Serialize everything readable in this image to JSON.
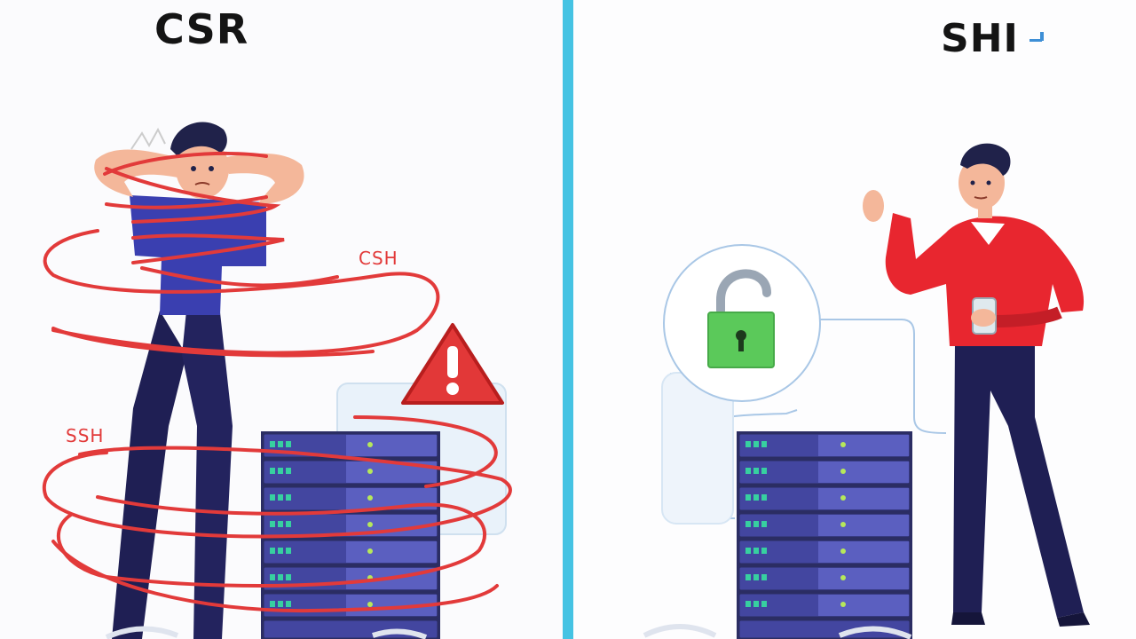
{
  "left_panel": {
    "title": "CSR",
    "tangle_labels": [
      "CSH",
      "SSH"
    ],
    "icons": [
      "frustrated-person",
      "tangled-red-cables",
      "warning-icon",
      "server-rack-icon"
    ]
  },
  "right_panel": {
    "title": "SHI",
    "icons": [
      "calm-person",
      "unlocked-padlock-icon",
      "server-rack-icon",
      "network-cable"
    ]
  },
  "colors": {
    "divider": "#45c3e3",
    "cable_red": "#e23a3a",
    "warning_red": "#e23838",
    "server_navy": "#3d3f82",
    "lock_green": "#5bc95a",
    "shirt_blue": "#3a3fb0",
    "sweater_red": "#e8262f",
    "pants_navy": "#1f1f54"
  }
}
